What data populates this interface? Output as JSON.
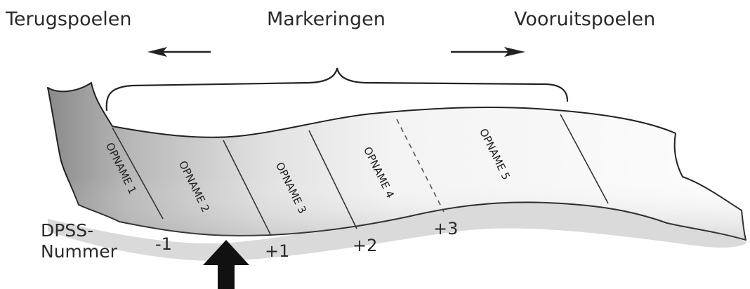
{
  "labels": {
    "rewind": "Terugspoelen",
    "markers": "Markeringen",
    "forward": "Vooruitspoelen",
    "dpss_line1": "DPSS-",
    "dpss_line2": "Nummer"
  },
  "segments": [
    "OPNAME 1",
    "OPNAME 2",
    "OPNAME 3",
    "OPNAME 4",
    "OPNAME 5"
  ],
  "dpss_numbers": [
    "-1",
    "+1",
    "+2",
    "+3"
  ],
  "icons": {
    "rewind": "left-arrow-icon",
    "forward": "right-arrow-icon",
    "markers": "curly-brace",
    "position": "up-arrow-icon"
  },
  "colors": {
    "text": "#2a2a2a",
    "outline": "#222222",
    "shadow": "#d8d8d8"
  }
}
